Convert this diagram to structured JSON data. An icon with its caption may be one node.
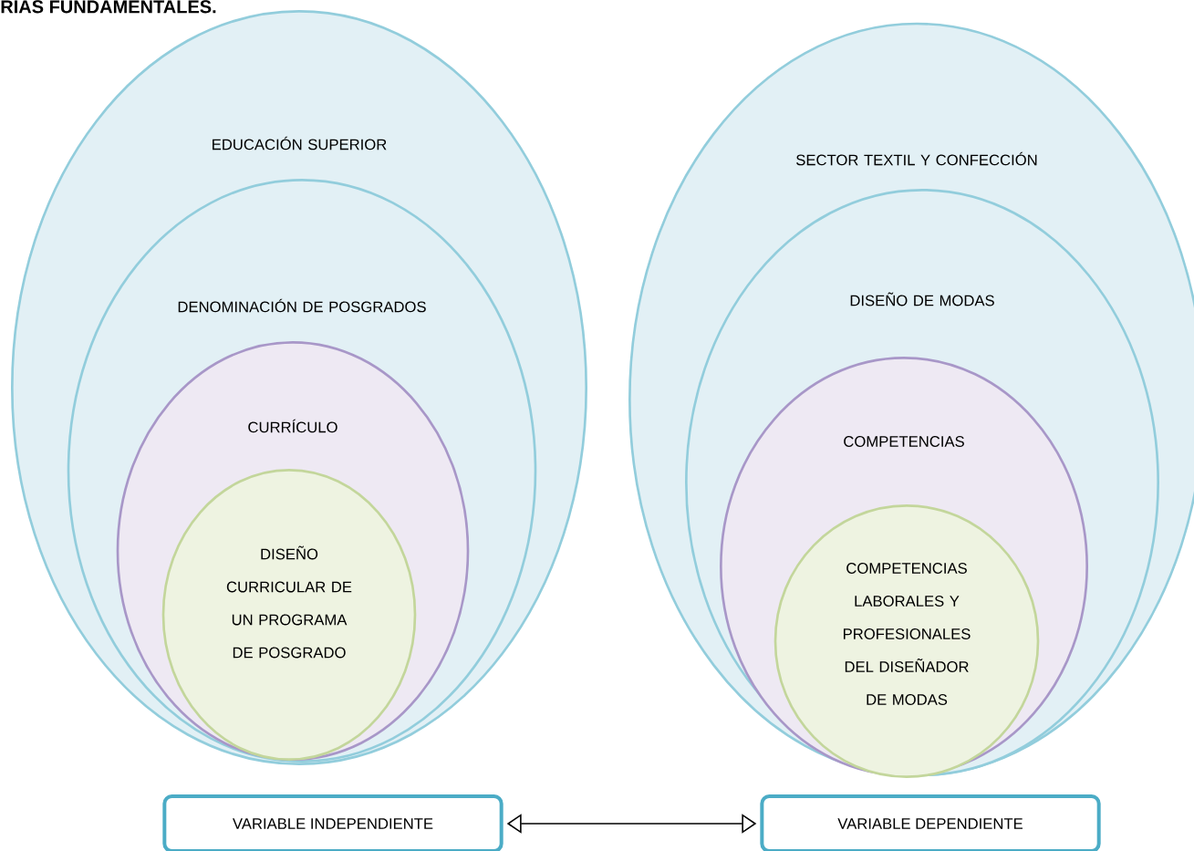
{
  "diagram": {
    "title": "RIAS FUNDAMENTALES.",
    "nodes": [
      {
        "text": [
          "EDUCACIÓN SUPERIOR"
        ]
      },
      {
        "text": [
          "DENOMINACIÓN DE POSGRADOS"
        ],
        "in": 0
      },
      {
        "text": [
          "CURRÍCULO"
        ],
        "in": 1
      },
      {
        "text": [
          "DISEÑO CURRICULAR DE UN PROGRAMA DE POSGRADO"
        ],
        "in": 2
      },
      {
        "text": [
          "SECTOR TEXTIL Y CONFECCIÓN"
        ]
      },
      {
        "text": [
          "DISEÑO DE MODAS"
        ],
        "in": 4
      },
      {
        "text": [
          "COMPETENCIAS"
        ],
        "in": 5
      },
      {
        "text": [
          "COMPETENCIAS LABORALES Y PROFESIONALES DEL DISEÑADOR DE MODAS"
        ],
        "in": 6
      },
      {
        "text": [
          "VARIABLE  INDEPENDIENTE"
        ]
      },
      {
        "text": [
          "VARIABLE  DEPENDIENTE"
        ]
      }
    ],
    "edges": [
      {
        "from": 8,
        "to": 9,
        "arrow": "both"
      }
    ]
  }
}
